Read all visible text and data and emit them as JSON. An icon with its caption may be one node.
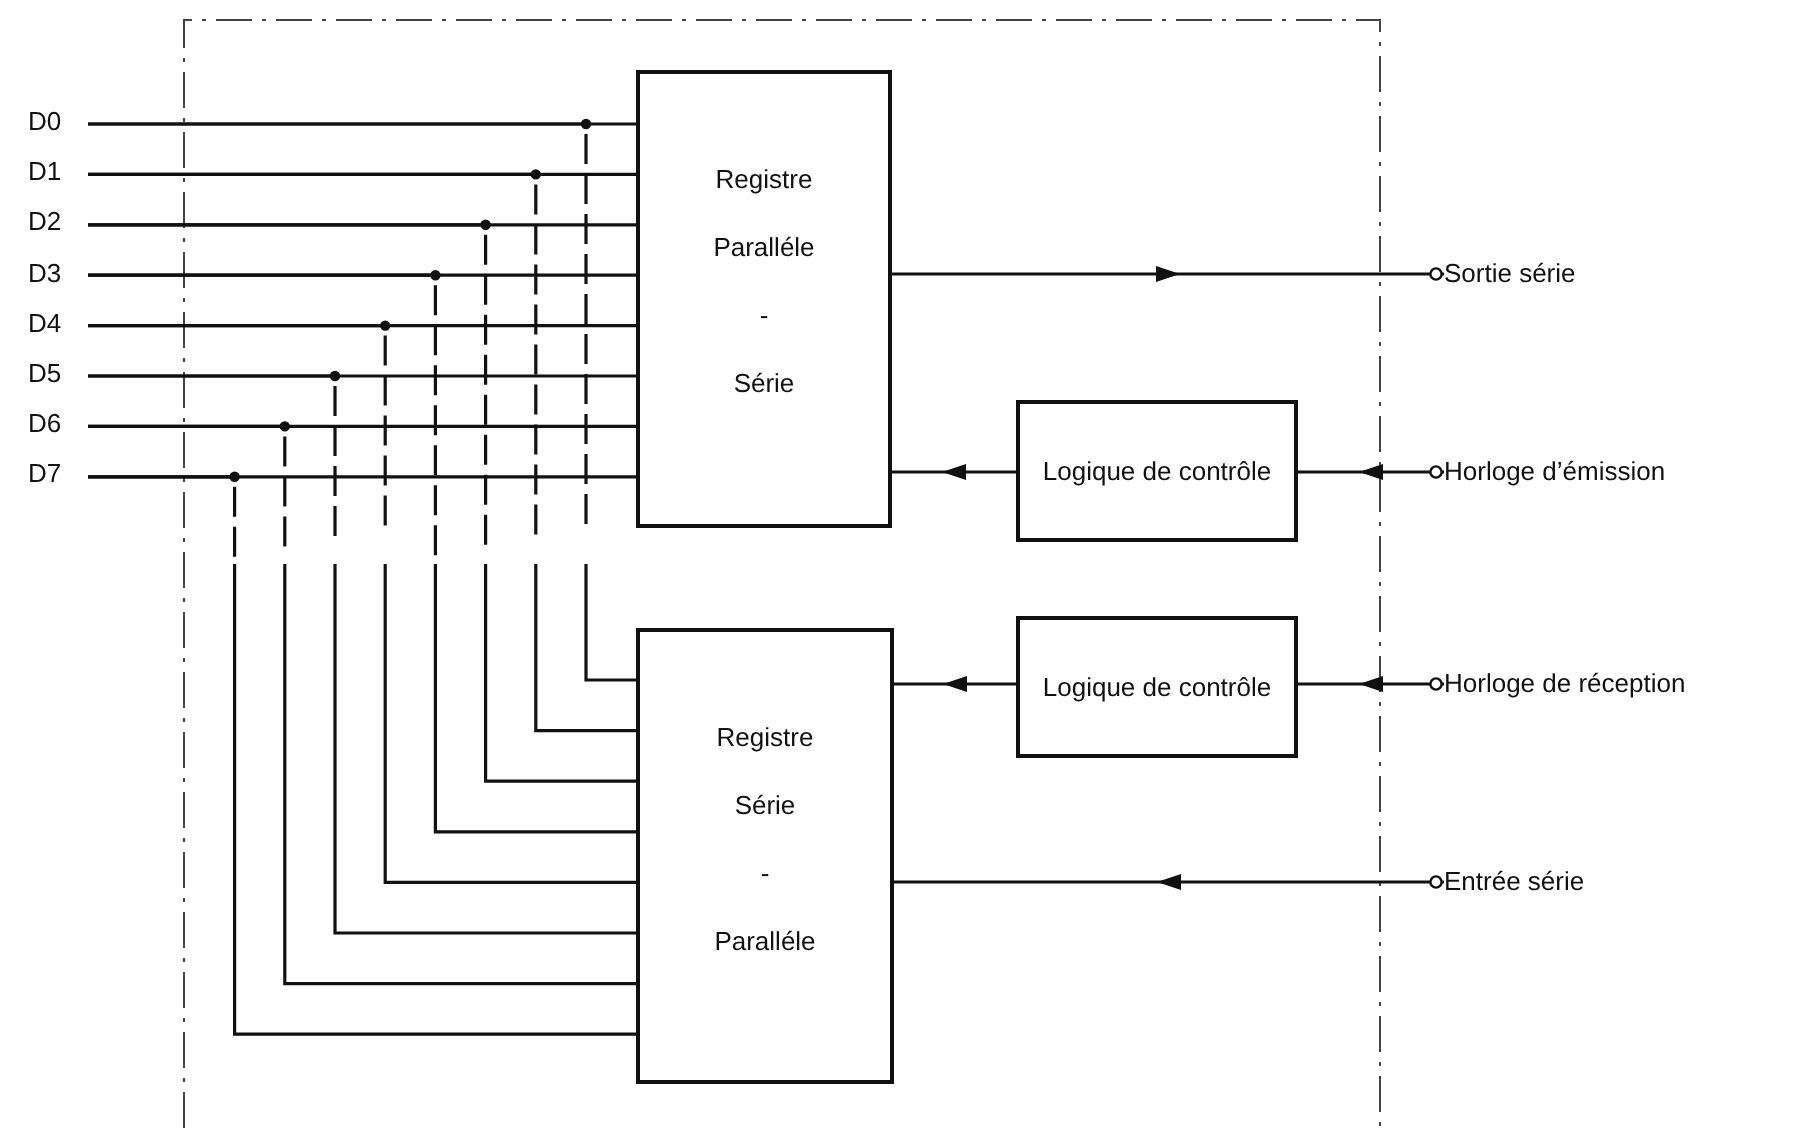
{
  "diagram": {
    "nodes": [
      {
        "text": [
          "D0"
        ]
      },
      {
        "text": [
          "D1"
        ]
      },
      {
        "text": [
          "D2"
        ]
      },
      {
        "text": [
          "D3"
        ]
      },
      {
        "text": [
          "D4"
        ]
      },
      {
        "text": [
          "D5"
        ]
      },
      {
        "text": [
          "D6"
        ]
      },
      {
        "text": [
          "D7"
        ]
      },
      {
        "text": [
          "Registre Paralléle - Série"
        ]
      },
      {
        "text": [
          "Logique de contrôle"
        ]
      },
      {
        "text": [
          "Sortie série"
        ]
      },
      {
        "text": [
          "Horloge d’émission"
        ]
      },
      {
        "text": [
          "Logique de contrôle"
        ]
      },
      {
        "text": [
          "Registre Série - Paralléle"
        ]
      },
      {
        "text": [
          "Horloge de réception"
        ]
      },
      {
        "text": [
          "Entrée série"
        ]
      }
    ],
    "edges": [
      {
        "from": 0,
        "to": 8,
        "arrow": "none"
      },
      {
        "from": 1,
        "to": 8,
        "arrow": "none"
      },
      {
        "from": 2,
        "to": 8,
        "arrow": "none"
      },
      {
        "from": 3,
        "to": 8,
        "arrow": "none"
      },
      {
        "from": 4,
        "to": 8,
        "arrow": "none"
      },
      {
        "from": 5,
        "to": 8,
        "arrow": "none"
      },
      {
        "from": 6,
        "to": 8,
        "arrow": "none"
      },
      {
        "from": 7,
        "to": 8,
        "arrow": "none"
      },
      {
        "from": 0,
        "to": 13,
        "arrow": "none",
        "style": "dashed"
      },
      {
        "from": 1,
        "to": 13,
        "arrow": "none",
        "style": "dashed"
      },
      {
        "from": 2,
        "to": 13,
        "arrow": "none",
        "style": "dashed"
      },
      {
        "from": 3,
        "to": 13,
        "arrow": "none",
        "style": "dashed"
      },
      {
        "from": 4,
        "to": 13,
        "arrow": "none",
        "style": "dashed"
      },
      {
        "from": 5,
        "to": 13,
        "arrow": "none",
        "style": "dashed"
      },
      {
        "from": 6,
        "to": 13,
        "arrow": "none",
        "style": "dashed"
      },
      {
        "from": 7,
        "to": 13,
        "arrow": "none",
        "style": "dashed"
      },
      {
        "from": 8,
        "to": 10,
        "arrow": "to"
      },
      {
        "from": 11,
        "to": 9,
        "arrow": "to"
      },
      {
        "from": 9,
        "to": 8,
        "arrow": "to"
      },
      {
        "from": 14,
        "to": 12,
        "arrow": "to"
      },
      {
        "from": 12,
        "to": 13,
        "arrow": "to"
      },
      {
        "from": 15,
        "to": 13,
        "arrow": "to"
      }
    ]
  }
}
